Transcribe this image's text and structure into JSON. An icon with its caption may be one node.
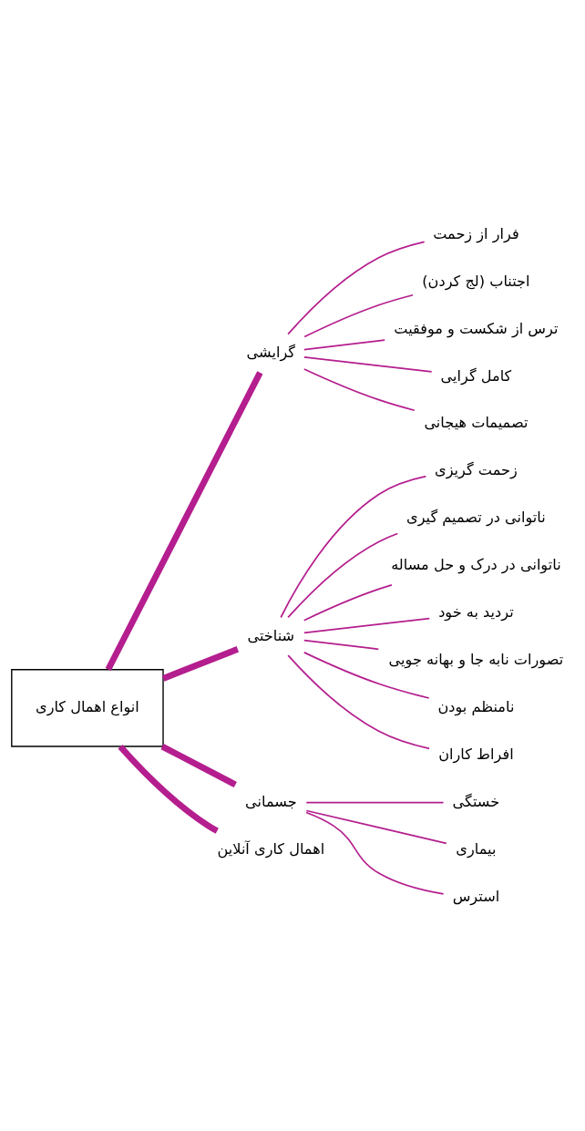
{
  "diagram": {
    "nodes": [
      {
        "text": [
          "انواع اهمال کاری"
        ]
      },
      {
        "text": [
          "گرایشی"
        ]
      },
      {
        "text": [
          "فرار از زحمت"
        ]
      },
      {
        "text": [
          "اجتناب (لج کردن)"
        ]
      },
      {
        "text": [
          "ترس از شکست و موفقیت"
        ]
      },
      {
        "text": [
          "کامل گرایی"
        ]
      },
      {
        "text": [
          "تصمیمات هیجانی"
        ]
      },
      {
        "text": [
          "شناختی"
        ]
      },
      {
        "text": [
          "زحمت گریزی"
        ]
      },
      {
        "text": [
          "ناتوانی در تصمیم گیری"
        ]
      },
      {
        "text": [
          "ناتوانی در درک و حل مساله"
        ]
      },
      {
        "text": [
          "تردید به خود"
        ]
      },
      {
        "text": [
          "تصورات نابه جا و بهانه جویی"
        ]
      },
      {
        "text": [
          "نامنظم بودن"
        ]
      },
      {
        "text": [
          "افراط کاران"
        ]
      },
      {
        "text": [
          "جسمانی"
        ]
      },
      {
        "text": [
          "خستگی"
        ]
      },
      {
        "text": [
          "بیماری"
        ]
      },
      {
        "text": [
          "استرس"
        ]
      },
      {
        "text": [
          "اهمال کاری آنلاین"
        ]
      }
    ],
    "edges": [
      {
        "from": 0,
        "to": 1,
        "arrow": "none",
        "style": "thick"
      },
      {
        "from": 1,
        "to": 2,
        "arrow": "none"
      },
      {
        "from": 1,
        "to": 3,
        "arrow": "none"
      },
      {
        "from": 1,
        "to": 4,
        "arrow": "none"
      },
      {
        "from": 1,
        "to": 5,
        "arrow": "none"
      },
      {
        "from": 1,
        "to": 6,
        "arrow": "none"
      },
      {
        "from": 0,
        "to": 7,
        "arrow": "none",
        "style": "thick"
      },
      {
        "from": 7,
        "to": 8,
        "arrow": "none"
      },
      {
        "from": 7,
        "to": 9,
        "arrow": "none"
      },
      {
        "from": 7,
        "to": 10,
        "arrow": "none"
      },
      {
        "from": 7,
        "to": 11,
        "arrow": "none"
      },
      {
        "from": 7,
        "to": 12,
        "arrow": "none"
      },
      {
        "from": 7,
        "to": 13,
        "arrow": "none"
      },
      {
        "from": 7,
        "to": 14,
        "arrow": "none"
      },
      {
        "from": 0,
        "to": 15,
        "arrow": "none",
        "style": "thick"
      },
      {
        "from": 15,
        "to": 16,
        "arrow": "none"
      },
      {
        "from": 15,
        "to": 17,
        "arrow": "none"
      },
      {
        "from": 15,
        "to": 18,
        "arrow": "none"
      },
      {
        "from": 0,
        "to": 19,
        "arrow": "none",
        "style": "thick"
      }
    ]
  }
}
